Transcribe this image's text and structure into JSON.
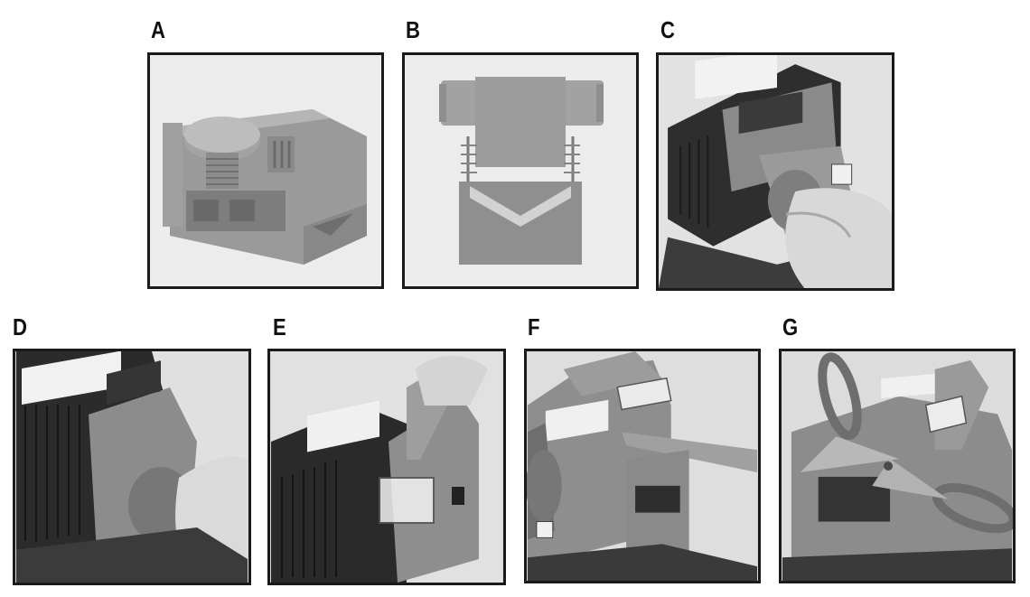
{
  "figures": [
    {
      "label": "A",
      "depicts": "jig-clamp-part"
    },
    {
      "label": "B",
      "depicts": "v-groove-guide-part"
    },
    {
      "label": "C",
      "depicts": "attaching-guide-to-sharpener"
    },
    {
      "label": "D",
      "depicts": "inserting-tool-holder"
    },
    {
      "label": "E",
      "depicts": "fitting-knife-guide-cover"
    },
    {
      "label": "F",
      "depicts": "sharpening-knife-blade"
    },
    {
      "label": "G",
      "depicts": "sharpening-scissors"
    }
  ],
  "colors": {
    "border": "#1a1a1a",
    "body_grey": "#8f8f8f",
    "dark_housing": "#2c2c2c",
    "background": "#ffffff"
  }
}
